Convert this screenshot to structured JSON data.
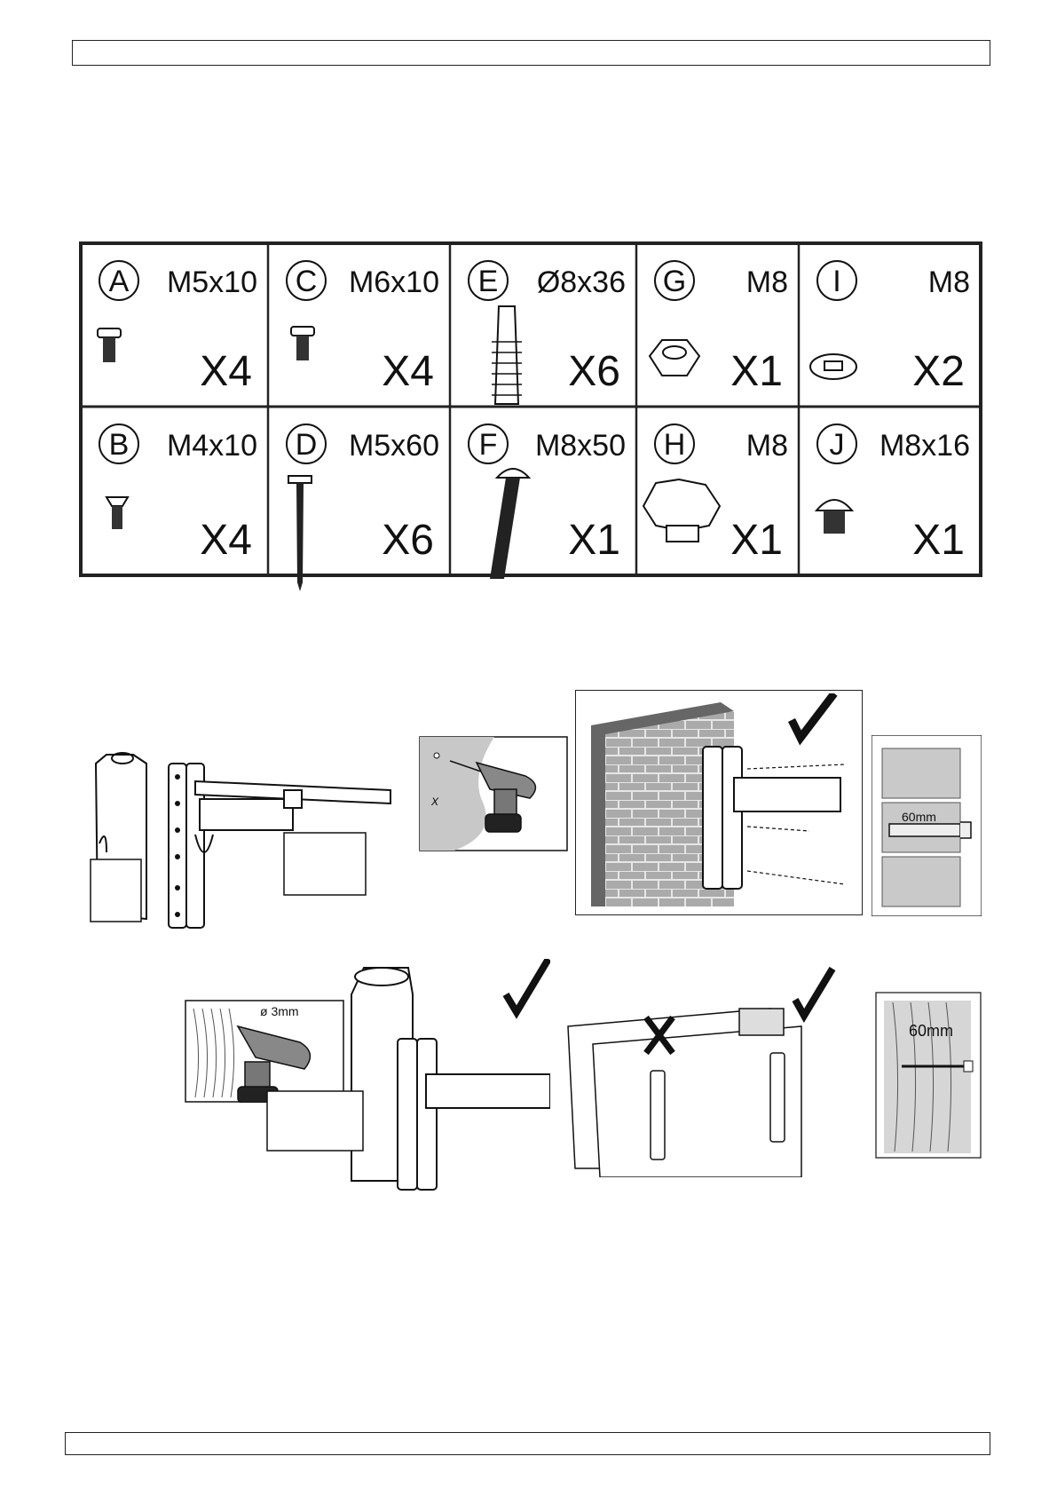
{
  "header_text": "",
  "footer_text": "",
  "parts_table": {
    "rows": [
      [
        {
          "letter": "A",
          "size": "M5x10",
          "qty": "X4",
          "icon": "small-screw-icon"
        },
        {
          "letter": "C",
          "size": "M6x10",
          "qty": "X4",
          "icon": "screw-icon"
        },
        {
          "letter": "E",
          "size": "Ø8x36",
          "qty": "X6",
          "icon": "wall-plug-icon"
        },
        {
          "letter": "G",
          "size": "M8",
          "qty": "X1",
          "icon": "lock-nut-icon"
        },
        {
          "letter": "I",
          "size": "M8",
          "qty": "X2",
          "icon": "square-washer-icon"
        }
      ],
      [
        {
          "letter": "B",
          "size": "M4x10",
          "qty": "X4",
          "icon": "countersunk-screw-icon"
        },
        {
          "letter": "D",
          "size": "M5x60",
          "qty": "X6",
          "icon": "wood-screw-icon"
        },
        {
          "letter": "F",
          "size": "M8x50",
          "qty": "X1",
          "icon": "carriage-bolt-icon"
        },
        {
          "letter": "H",
          "size": "M8",
          "qty": "X1",
          "icon": "star-knob-icon"
        },
        {
          "letter": "J",
          "size": "M8x16",
          "qty": "X1",
          "icon": "short-carriage-bolt-icon"
        }
      ]
    ]
  },
  "illustrations": {
    "brick_plug_depth": "60mm",
    "wood_drill_size": "ø 3mm",
    "wood_screw_depth": "60mm"
  }
}
